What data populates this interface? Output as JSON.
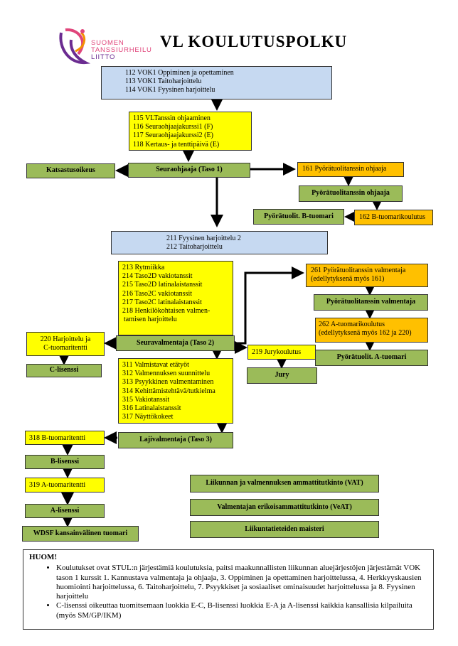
{
  "header": {
    "title": "VL  KOULUTUSPOLKU",
    "logo_lines": [
      "SUOMEN",
      "TANSSIURHEILU",
      "LIITTO"
    ]
  },
  "nodes": {
    "vok1": [
      "112 VOK1 Oppiminen ja opettaminen",
      "113 VOK1 Taitoharjoittelu",
      "114 VOK1 Fyysinen harjoittelu"
    ],
    "level1_courses": [
      "115 VLTanssin ohjaaminen",
      "116 Seuraohjaajakurssi1 (F)",
      "117 Seuraohjaajakurssi2 (E)",
      "118 Kertaus- ja tenttipäivä (E)"
    ],
    "katsastusoikeus": "Katsastusoikeus",
    "seuraohjaaja": "Seuraohjaaja (Taso 1)",
    "c161": "161 Pyörätuolitanssin ohjaaja",
    "pt_ohjaaja": "Pyörätuolitanssin ohjaaja",
    "pt_b_tuomari": "Pyörätuolit. B-tuomari",
    "c162": "162 B-tuomarikoulutus",
    "level2_basics": [
      "211 Fyysinen harjoittelu 2",
      "212 Taitoharjoittelu"
    ],
    "level2_courses": [
      "213 Rytmiikka",
      "214 Taso2D vakiotanssit",
      "215 Taso2D latinalaistanssit",
      "216 Taso2C vakiotanssit",
      "217 Taso2C latinalaistanssit",
      "218 Henkilökohtaisen valmen-",
      "tamisen harjoittelu"
    ],
    "c261": [
      "261 Pyörätuolitanssin valmentaja",
      "(edellytyksenä myös 161)"
    ],
    "pt_valmentaja": "Pyörätuolitanssin valmentaja",
    "c262": [
      "262 A-tuomarikoulutus",
      "(edellytyksenä myös  162 ja 220)"
    ],
    "pt_a_tuomari": "Pyörätuolit. A-tuomari",
    "c220": [
      "220 Harjoittelu  ja",
      "C-tuomaritentti"
    ],
    "c_lisenssi": "C-lisenssi",
    "seuravalmentaja": "Seuravalmentaja (Taso 2)",
    "c219": "219 Jurykoulutus",
    "jury": "Jury",
    "level3_courses": [
      "311 Valmistavat etätyöt",
      "312 Valmennuksen suunnittelu",
      "313 Psyykkinen valmentaminen",
      "314 Kehittämistehtävä/tutkielma",
      "315 Vakiotanssit",
      "316 Latinalaistanssit",
      "317 Näyttökokeet"
    ],
    "lajivalmentaja": "Lajivalmentaja (Taso 3)",
    "c318": "318 B-tuomaritentti",
    "b_lisenssi": "B-lisenssi",
    "c319": "319 A-tuomaritentti",
    "a_lisenssi": "A-lisenssi",
    "wdsf": "WDSF kansainvälinen tuomari",
    "vat": "Liikunnan ja valmennuksen ammattitutkinto (VAT)",
    "veat": "Valmentajan erikoisammattitutkinto (VeAT)",
    "maisteri": "Liikuntatieteiden maisteri"
  },
  "note": {
    "heading": "HUOM!",
    "bullets": [
      "Koulutukset ovat STUL:n järjestämiä koulutuksia, paitsi maakunnallisten liikunnan aluejärjestöjen järjestämät VOK tason 1 kurssit 1. Kannustava valmentaja ja ohjaaja, 3. Oppiminen ja opettaminen harjoittelussa, 4. Herkkyyskausien huomiointi harjoittelussa, 6. Taitoharjoittelu, 7. Psyykkiset ja sosiaaliset ominaisuudet harjoittelussa ja 8. Fyysinen harjoittelu",
      "C-lisenssi oikeuttaa tuomitsemaan luokkia E-C, B-lisenssi luokkia E-A ja A-lisenssi kaikkia kansallisia kilpailuita (myös SM/GP/IKM)"
    ]
  },
  "colors": {
    "green": "#9bbb59",
    "yellow": "#ffff00",
    "orange": "#ffc000",
    "blue": "#c6d9f1",
    "logo_purple": "#6b2c91",
    "logo_pink": "#e0457b",
    "logo_orange": "#f39200"
  }
}
